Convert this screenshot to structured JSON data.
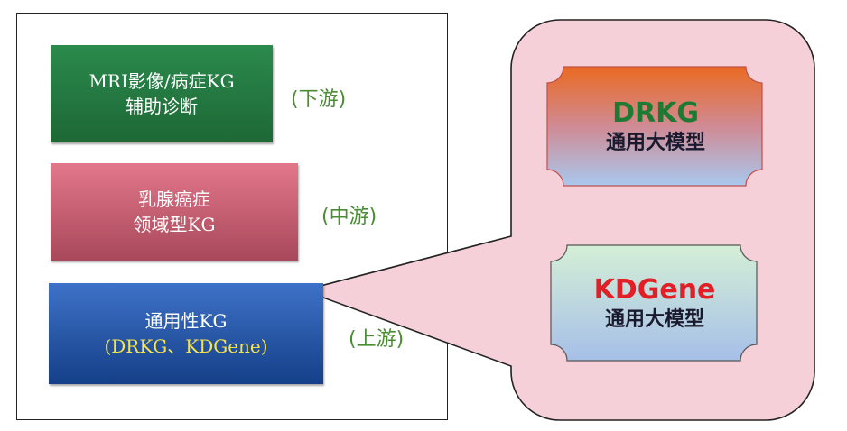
{
  "left_boxes": [
    {
      "lines": [
        "MRI影像/病症KG",
        "辅助诊断"
      ],
      "tier": "(下游)",
      "colors": [
        "#2a8a4c",
        "#1e6836"
      ]
    },
    {
      "lines": [
        "乳腺癌症",
        "领域型KG"
      ],
      "tier": "(中游)",
      "colors": [
        "#e2778a",
        "#a8485a"
      ]
    },
    {
      "lines": [
        "通用性KG",
        "(DRKG、KDGene)"
      ],
      "tier": "(上游)",
      "colors": [
        "#3e72c8",
        "#153f88"
      ]
    }
  ],
  "models": [
    {
      "name": "DRKG",
      "sub": "通用大模型",
      "name_color": "#1e7a32"
    },
    {
      "name": "KDGene",
      "sub": "通用大模型",
      "name_color": "#e21e26"
    }
  ],
  "colors": {
    "tier_text": "#4a8c34",
    "bubble_fill": "#f6d0d8",
    "highlight_yellow": "#f5e34a"
  }
}
